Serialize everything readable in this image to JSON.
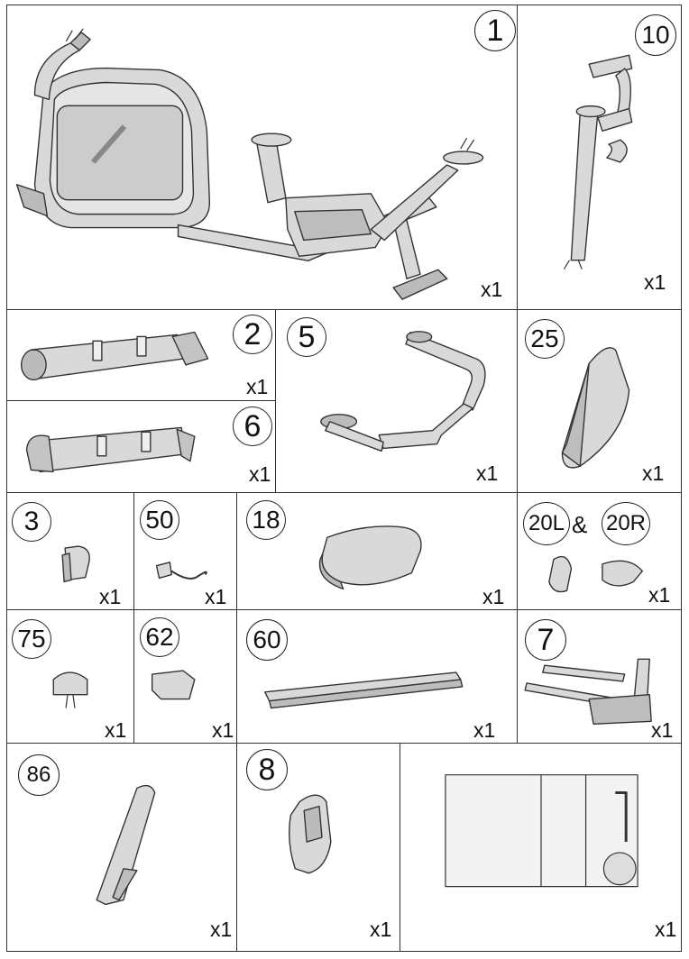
{
  "colors": {
    "line": "#333333",
    "fill": "#d9d9d9",
    "fill_dark": "#a9a9a9",
    "fill_light": "#eeeeee"
  },
  "parts": [
    {
      "id": "p1",
      "number": "1",
      "qty": "x1",
      "icon": "bike-frame-icon"
    },
    {
      "id": "p10",
      "number": "10",
      "qty": "x1",
      "icon": "handlebar-post-icon"
    },
    {
      "id": "p2",
      "number": "2",
      "qty": "x1",
      "icon": "rear-stabilizer-icon"
    },
    {
      "id": "p6",
      "number": "6",
      "qty": "x1",
      "icon": "front-stabilizer-icon"
    },
    {
      "id": "p5",
      "number": "5",
      "qty": "x1",
      "icon": "handlebar-icon"
    },
    {
      "id": "p25",
      "number": "25",
      "qty": "x1",
      "icon": "backrest-pad-icon"
    },
    {
      "id": "p3",
      "number": "3",
      "qty": "x1",
      "icon": "bottle-holder-icon"
    },
    {
      "id": "p50",
      "number": "50",
      "qty": "x1",
      "icon": "power-adapter-icon"
    },
    {
      "id": "p18",
      "number": "18",
      "qty": "x1",
      "icon": "seat-cushion-icon"
    },
    {
      "id": "p20",
      "number": "20L",
      "number2": "20R",
      "amp": "&",
      "qty": "x1",
      "icon": "pedals-icon"
    },
    {
      "id": "p75",
      "number": "75",
      "qty": "x1",
      "icon": "cover-cap-icon"
    },
    {
      "id": "p62",
      "number": "62",
      "qty": "x1",
      "icon": "end-cap-icon"
    },
    {
      "id": "p60",
      "number": "60",
      "qty": "x1",
      "icon": "seat-rail-icon"
    },
    {
      "id": "p7",
      "number": "7",
      "qty": "x1",
      "icon": "seat-bracket-icon"
    },
    {
      "id": "p86",
      "number": "86",
      "qty": "x1",
      "icon": "side-cover-icon"
    },
    {
      "id": "p8",
      "number": "8",
      "qty": "x1",
      "icon": "console-icon"
    },
    {
      "id": "hw",
      "number": "",
      "qty": "x1",
      "icon": "hardware-card-icon"
    }
  ]
}
